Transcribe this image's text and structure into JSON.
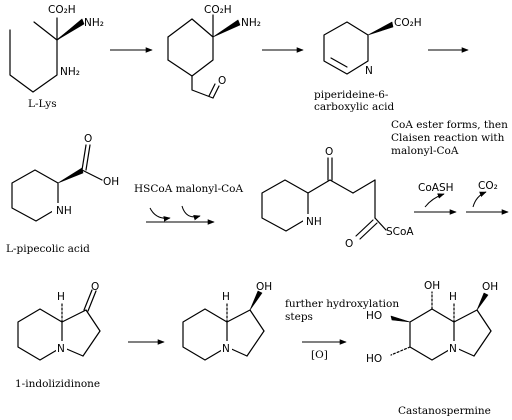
{
  "atoms": {
    "co2h": "CO₂H",
    "nh2": "NH₂",
    "n": "N",
    "nh": "NH",
    "o": "O",
    "oh": "OH",
    "ho": "HO",
    "h": "H",
    "scoa": "SCoA"
  },
  "compounds": {
    "lys": "L-Lys",
    "piperideine": [
      "piperideine-6-",
      "carboxylic acid"
    ],
    "pipecolic": "L-pipecolic acid",
    "indolizidinone": "1-indolizidinone",
    "castanospermine": "Castanospermine"
  },
  "notes": {
    "claisen": [
      "CoA ester forms, then",
      "Claisen reaction with",
      "malonyl-CoA"
    ],
    "reagents": "HSCoA malonyl-CoA",
    "coash": "CoASH",
    "co2": "CO₂",
    "hydroxylation": [
      "further hydroxylation",
      "steps"
    ],
    "oxidation": "[O]"
  }
}
